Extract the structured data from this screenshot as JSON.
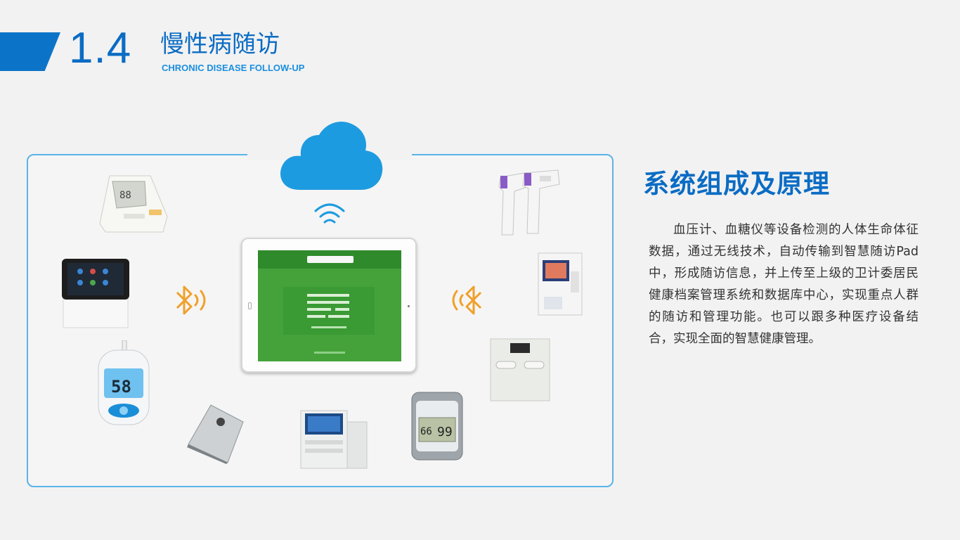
{
  "header": {
    "number": "1.4",
    "title": "慢性病随访",
    "subtitle": "CHRONIC DISEASE FOLLOW-UP"
  },
  "diagram": {
    "icons": [
      "cloud-icon",
      "wifi-icon",
      "bluetooth-icon"
    ],
    "devices": [
      "blood-pressure-monitor",
      "touchscreen-terminal",
      "glucose-meter",
      "wall-sensor",
      "biochemical-analyzer",
      "handheld-meter",
      "wall-panel",
      "hematology-analyzer",
      "forehead-thermometer"
    ],
    "glucose_display": "58",
    "handheld_display": [
      "66",
      "99"
    ]
  },
  "info": {
    "heading": "系统组成及原理",
    "body": "血压计、血糖仪等设备检测的人体生命体征数据，通过无线技术，自动传输到智慧随访Pad中，形成随访信息，并上传至上级的卫计委居民健康档案管理系统和数据库中心，实现重点人群的随访和管理功能。也可以跟多种医疗设备结合，实现全面的智慧健康管理。"
  },
  "colors": {
    "brand_blue": "#0b6cc4",
    "frame_blue": "#5bb3e8",
    "cloud_blue": "#1d9be0",
    "bluetooth_orange": "#f0a02a",
    "screen_green": "#45a23a"
  }
}
